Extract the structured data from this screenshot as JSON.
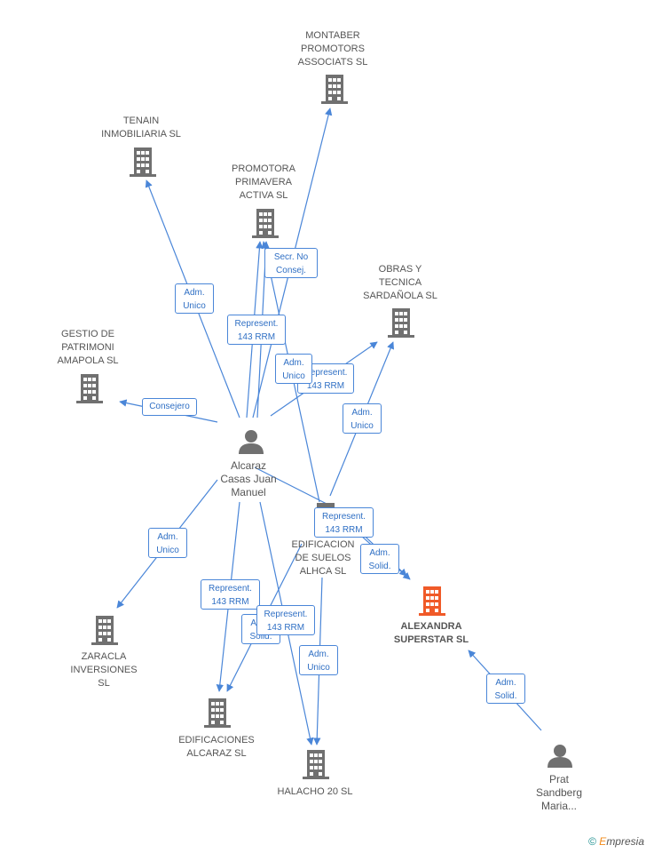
{
  "colors": {
    "edge": "#4a86d8",
    "building": "#707070",
    "main_building": "#f05a28",
    "person": "#707070"
  },
  "companies": {
    "montaber": "MONTABER\nPROMOTORS\nASSOCIATS SL",
    "tenain": "TENAIN\nINMOBILIARIA SL",
    "promotora": "PROMOTORA\nPRIMAVERA\nACTIVA SL",
    "obras": "OBRAS Y\nTECNICA\nSARDAÑOLA SL",
    "gestio": "GESTIO DE\nPATRIMONI\nAMAPOLA  SL",
    "edificacion_suelos": "EDIFICACION\nDE SUELOS\nALHCA SL",
    "alexandra": "ALEXANDRA\nSUPERSTAR SL",
    "zaracla": "ZARACLA\nINVERSIONES\nSL",
    "edificaciones_alcaraz": "EDIFICACIONES\nALCARAZ SL",
    "halacho": "HALACHO 20  SL"
  },
  "people": {
    "alcaraz": "Alcaraz\nCasas Juan\nManuel",
    "prat": "Prat\nSandberg\nMaria..."
  },
  "badges": {
    "secr_no_consej": "Secr.  No\nConsej.",
    "adm_unico_tenain": "Adm.\nUnico",
    "represent_promotora": "Represent.\n143 RRM",
    "represent_obras": "Represent.\n143 RRM",
    "adm_unico_promotora": "Adm.\nUnico",
    "consejero": "Consejero",
    "adm_unico_obras": "Adm.\nUnico",
    "represent_alexandra": "Represent.\n143 RRM",
    "adm_solid_alexandra": "Adm.\nSolid.",
    "adm_unico_zaracla": "Adm.\nUnico",
    "represent_edificaciones": "Represent.\n143 RRM",
    "adm_solid_edificaciones": "Adm.\nSolid.",
    "represent_halacho": "Represent.\n143 RRM",
    "adm_unico_halacho": "Adm.\nUnico",
    "adm_solid_prat": "Adm.\nSolid."
  },
  "footer": {
    "copyright": "©",
    "brand_first": "E",
    "brand_rest": "mpresia"
  }
}
